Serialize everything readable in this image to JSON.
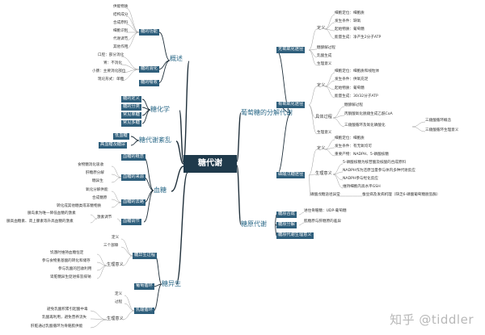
{
  "center": "糖代谢",
  "main": {
    "overview": "概述",
    "chemistry": "糖化学",
    "disorders": "糖代谢紊乱",
    "blood_sugar": "血糖",
    "gluconeogenesis": "糖异生",
    "glycogen": "糖原代谢",
    "glucose_decomposition": "葡萄糖的分解代谢"
  },
  "overview": {
    "function": "糖的功能",
    "function_items": [
      "供能物质",
      "结构成分",
      "合成原料",
      "细胞识别",
      "代谢调节",
      "其他作用"
    ],
    "digestion": "糖的消化",
    "digestion_items": [
      "口腔：部分消化",
      "胃：不消化",
      "小肠：主要消化部位",
      "现论形式：单糖"
    ],
    "absorption": "糖的吸收"
  },
  "chemistry": {
    "items": [
      "糖的定义",
      "糖的分类",
      "常见单糖",
      "常见多糖"
    ]
  },
  "disorders": {
    "items": [
      "低血糖",
      "高血糖及糖尿"
    ]
  },
  "blood_sugar": {
    "concept": "血糖的概念",
    "source": "血糖的来源",
    "source_items": [
      "食物糖消化吸收",
      "肝糖原分解",
      "糖异生"
    ],
    "fate": "血糖的去路",
    "fate_items": [
      "氧化分解供能",
      "合成糖原",
      "转化成其他糖类或非糖物质"
    ],
    "regulation": "血糖调节",
    "regulation_side": "激素调节",
    "regulation_items": [
      "胰岛素为唯一降低血糖的激素",
      "胰高血糖素、肾上腺素等升高血糖的激素"
    ]
  },
  "gluconeogenesis": {
    "process": "糖异生过程",
    "process_items": [
      "定义",
      "三个部障"
    ],
    "significance": "生理意义",
    "significance_items": [
      "饥饿时维持血糖恒定",
      "参与食物重基酸的转化和储存",
      "参与乳酸的回收利用",
      "肾脏糖异生促进排氢排钠"
    ],
    "amino_cycle": "葡萄循环",
    "lactate_cycle": "乳酸循环",
    "lactate_items": [
      "定义",
      "过程"
    ],
    "lactate_significance": "生理意义",
    "lactate_significance_items": [
      "避免乳酸积累引起酸中毒",
      "乳酸再利用，避免营养流失",
      "肝脏通过乳酸循环为骨骼肌供能"
    ]
  },
  "glycogen": {
    "items": [
      "糖原合成",
      "糖原分解",
      "糖原代谢生理意义"
    ],
    "details": [
      "进住骨骼糖：UDP-葡萄糖",
      "肌糖原与肝糖原的差异"
    ]
  },
  "glucose_decomposition": {
    "anaerobic": "无氧氧化途径",
    "anaerobic_items": [
      "定义",
      "糖酵解过程",
      "乳酸生成",
      "生理意义"
    ],
    "anaerobic_def": [
      "细胞定位：细胞质",
      "发生条件：缺氧",
      "起始物质：葡萄糖",
      "能量生成：净产生2分子ATP"
    ],
    "aerobic": "有氧氧化途径",
    "aerobic_items": [
      "定义",
      "具体过程",
      "生理意义"
    ],
    "aerobic_def": [
      "细胞定位：细胞质和线粒体",
      "发生条件：供氧充足",
      "起始物质：葡萄糖",
      "能量生成：30/32分子ATP"
    ],
    "aerobic_process": [
      "糖酵解过程",
      "丙酮酸氧化脱羧生成乙酰CoA",
      "三羧酸循环及氧化磷酸化"
    ],
    "tca": [
      "三羧酸循环概念",
      "三羧酸循环生理意义"
    ],
    "pentose": "磷酸戊糖途径",
    "pentose_items": [
      "定义",
      "生理意义",
      "磷酸戊糖途径异常"
    ],
    "pentose_def": [
      "细胞定位：细胞质",
      "发生条件：有无氧均可",
      "重要产物：NADPH、5-磷酸核糖"
    ],
    "pentose_significance": [
      "5-磷酸核糖为核苷酸及核酸的合成原料",
      "NADPH作为还原当量参与体内多种代谢反应",
      "NADPH参与羟化反应",
      "维持细胞内高水平GSH"
    ],
    "pentose_abnormal": "蚕豆病及发病机理（缺乏6-磷酸葡萄糖脱氢酶）"
  },
  "watermark": "知乎 @tiddler"
}
